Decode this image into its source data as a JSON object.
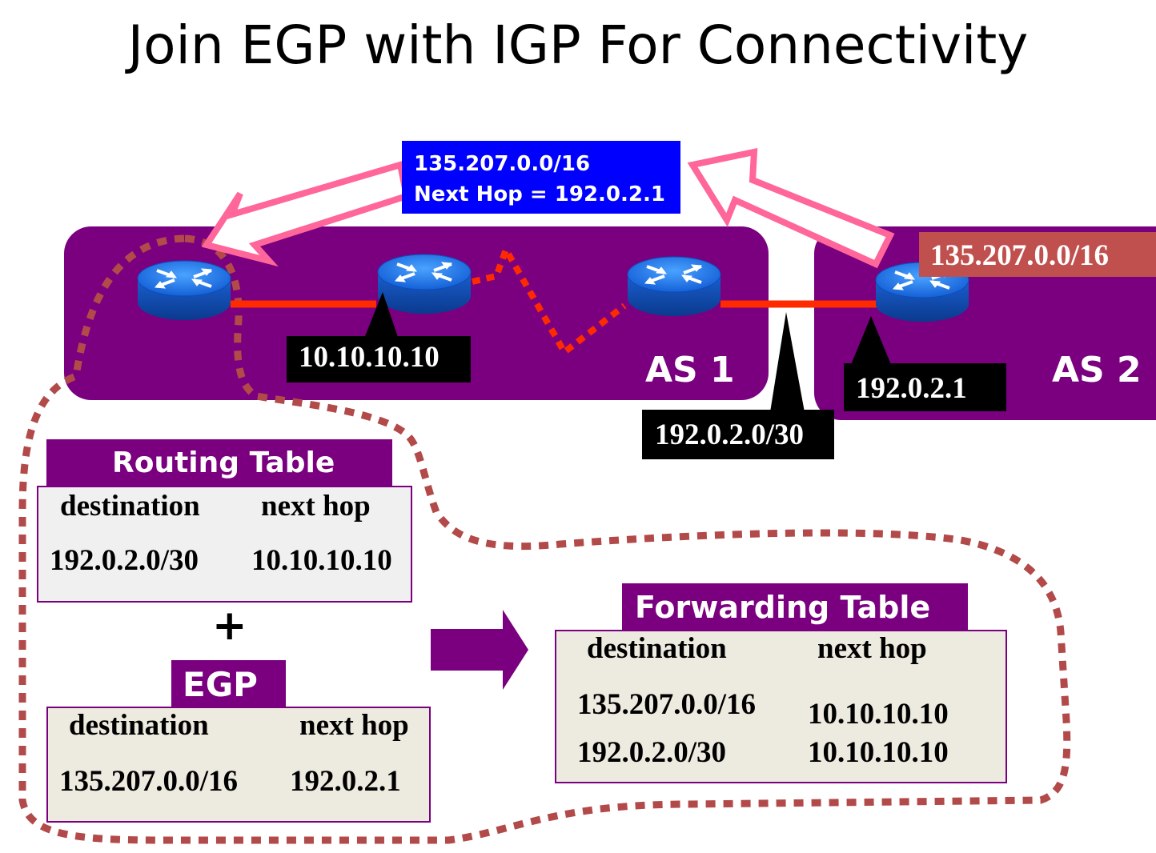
{
  "title": "Join EGP with IGP For Connectivity",
  "advert": {
    "prefix": "135.207.0.0/16",
    "next_hop_line": "Next  Hop = 192.0.2.1"
  },
  "as2_prefix": "135.207.0.0/16",
  "labels": {
    "as1": "AS 1",
    "as2": "AS 2",
    "internal_ip": "10.10.10.10",
    "border_ip": "192.0.2.1",
    "link_prefix": "192.0.2.0/30"
  },
  "routing_table": {
    "title": "Routing Table",
    "headers": [
      "destination",
      "next hop"
    ],
    "rows": [
      [
        "192.0.2.0/30",
        "10.10.10.10"
      ]
    ]
  },
  "plus": "+",
  "egp_table": {
    "title": "EGP",
    "headers": [
      "destination",
      "next hop"
    ],
    "rows": [
      [
        "135.207.0.0/16",
        "192.0.2.1"
      ]
    ]
  },
  "forwarding_table": {
    "title": "Forwarding Table",
    "headers": [
      "destination",
      "next hop"
    ],
    "rows": [
      [
        "135.207.0.0/16",
        "10.10.10.10"
      ],
      [
        "192.0.2.0/30",
        "10.10.10.10"
      ]
    ]
  },
  "colors": {
    "as_fill": "#7a0080",
    "link": "#ff2a00",
    "advert_box": "#0000ff",
    "as2_prefix_box": "#c0504d",
    "dotted_outline": "#b24a4a",
    "arrow_outline": "#ff6699",
    "table_fill": "#f0f0f0",
    "fwd_fill": "#edeadf",
    "router_blue": "#1f6fe0"
  }
}
